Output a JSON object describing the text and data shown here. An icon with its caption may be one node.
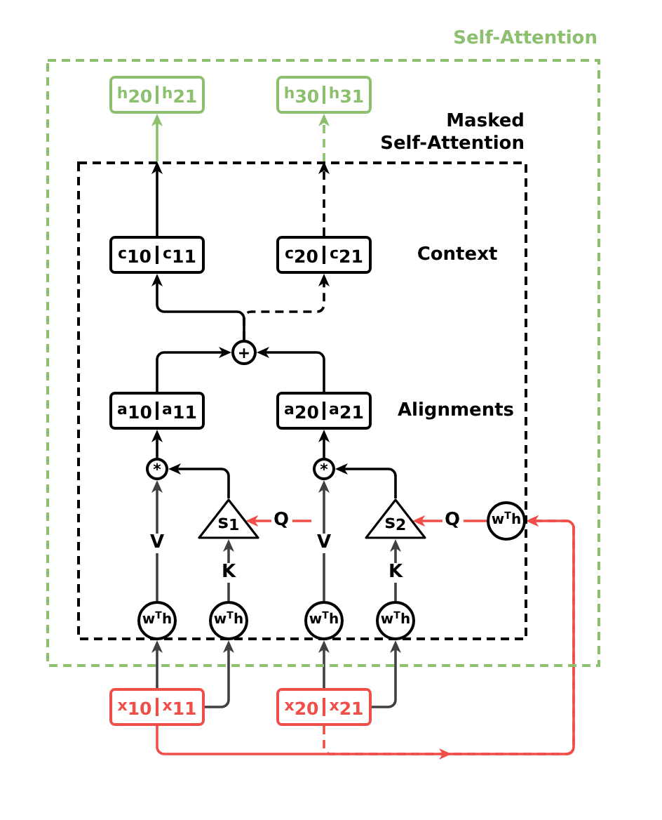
{
  "diagram": {
    "nodes": [
      {
        "text": [
          "Self-Attention"
        ]
      },
      {
        "text": [
          "h$_{20}$",
          "h$_{21}$"
        ],
        "in": 0
      },
      {
        "text": [
          "h$_{30}$",
          "h$_{31}$"
        ],
        "in": 0
      },
      {
        "text": [
          "Masked Self-Attention"
        ],
        "in": 0
      },
      {
        "text": [
          "c$_{10}$",
          "c$_{11}$"
        ],
        "in": 3
      },
      {
        "text": [
          "c$_{20}$",
          "c$_{21}$"
        ],
        "in": 3
      },
      {
        "text": [
          "+"
        ],
        "in": 3
      },
      {
        "text": [
          "a$_{10}$",
          "a$_{11}$"
        ],
        "in": 3
      },
      {
        "text": [
          "a$_{20}$",
          "a$_{21}$"
        ],
        "in": 3
      },
      {
        "text": [
          "*"
        ],
        "in": 3
      },
      {
        "text": [
          "*"
        ],
        "in": 3
      },
      {
        "text": [
          "s$_{1}$"
        ],
        "in": 3
      },
      {
        "text": [
          "s$_{2}$"
        ],
        "in": 3
      },
      {
        "text": [
          "w$^{T}$h"
        ],
        "in": 3
      },
      {
        "text": [
          "w$^{T}$h"
        ],
        "in": 3
      },
      {
        "text": [
          "w$^{T}$h"
        ],
        "in": 3
      },
      {
        "text": [
          "w$^{T}$h"
        ],
        "in": 3
      },
      {
        "text": [
          "w$^{T}$h"
        ],
        "in": 3
      },
      {
        "text": [
          "x$_{10}$",
          "x$_{11}$"
        ]
      },
      {
        "text": [
          "x$_{20}$",
          "x$_{21}$"
        ]
      }
    ],
    "edges": [
      {
        "from": 4,
        "to": 3,
        "arrow": "to"
      },
      {
        "from": 3,
        "to": 1,
        "arrow": "to",
        "color": "#8cbf6e"
      },
      {
        "from": 5,
        "to": 3,
        "arrow": "to",
        "style": "dashed"
      },
      {
        "from": 3,
        "to": 2,
        "arrow": "to",
        "style": "dashed",
        "color": "#8cbf6e"
      },
      {
        "from": 6,
        "to": 4,
        "arrow": "to"
      },
      {
        "from": 6,
        "to": 5,
        "arrow": "to",
        "style": "dashed"
      },
      {
        "from": 7,
        "to": 6,
        "arrow": "to"
      },
      {
        "from": 8,
        "to": 6,
        "arrow": "to"
      },
      {
        "from": 9,
        "to": 7,
        "arrow": "to"
      },
      {
        "from": 10,
        "to": 8,
        "arrow": "to"
      },
      {
        "from": 11,
        "to": 9,
        "arrow": "to"
      },
      {
        "from": 12,
        "to": 10,
        "arrow": "to"
      },
      {
        "from": 14,
        "to": 9,
        "arrow": "to",
        "label": "V",
        "color": "#404040"
      },
      {
        "from": 15,
        "to": 11,
        "arrow": "to",
        "label": "K",
        "color": "#404040"
      },
      {
        "from": 16,
        "to": 10,
        "arrow": "to",
        "label": "V",
        "color": "#404040"
      },
      {
        "from": 17,
        "to": 12,
        "arrow": "to",
        "label": "K",
        "color": "#404040"
      },
      {
        "from": null,
        "to": 11,
        "arrow": "to",
        "label": "Q",
        "color": "#ef4f48"
      },
      {
        "from": 13,
        "to": 12,
        "arrow": "to",
        "label": "Q",
        "color": "#ef4f48"
      },
      {
        "from": 18,
        "to": 14,
        "arrow": "to",
        "color": "#404040"
      },
      {
        "from": 18,
        "to": 15,
        "arrow": "to",
        "color": "#404040"
      },
      {
        "from": 19,
        "to": 16,
        "arrow": "to",
        "color": "#404040"
      },
      {
        "from": 19,
        "to": 17,
        "arrow": "to",
        "color": "#404040"
      },
      {
        "from": 18,
        "to": 13,
        "arrow": "to",
        "color": "#ef4f48"
      },
      {
        "from": 19,
        "to": 13,
        "arrow": "to",
        "style": "dashed",
        "color": "#ef4f48"
      }
    ],
    "labels": [
      "Context",
      "Alignments"
    ]
  }
}
